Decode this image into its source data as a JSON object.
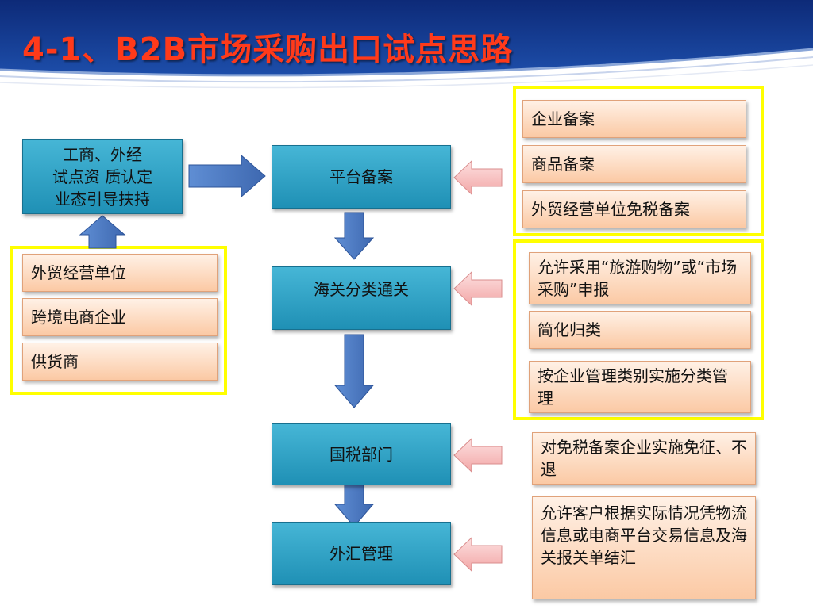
{
  "title": "4-1、B2B市场采购出口试点思路",
  "left_box": {
    "label": "工商、外经试点资 质认定业态引导扶持",
    "line1": "工商、外经",
    "line2": "试点资 质认定",
    "line3": "业态引导扶持"
  },
  "left_group": [
    "外贸经营单位",
    "跨境电商企业",
    "供货商"
  ],
  "steps": [
    "平台备案",
    "海关分类通关",
    "国税部门",
    "外汇管理"
  ],
  "right_group_1": [
    "企业备案",
    "商品备案",
    "外贸经营单位免税备案"
  ],
  "right_group_2": [
    "允许采用“旅游购物”或“市场采购”申报",
    "简化归类",
    "按企业管理类别实施分类管理"
  ],
  "right_tax": "对免税备案企业实施免征、不退",
  "right_forex": "允许客户根据实际情况凭物流信息或电商平台交易信息及海关报关单结汇",
  "colors": {
    "title": "#ff3a1a",
    "teal": "#2aa3c6",
    "peach": "#fcd2b2",
    "highlight": "#ffff00",
    "arrow_blue": "#4a78c2",
    "arrow_pink": "#f6b8b8"
  }
}
